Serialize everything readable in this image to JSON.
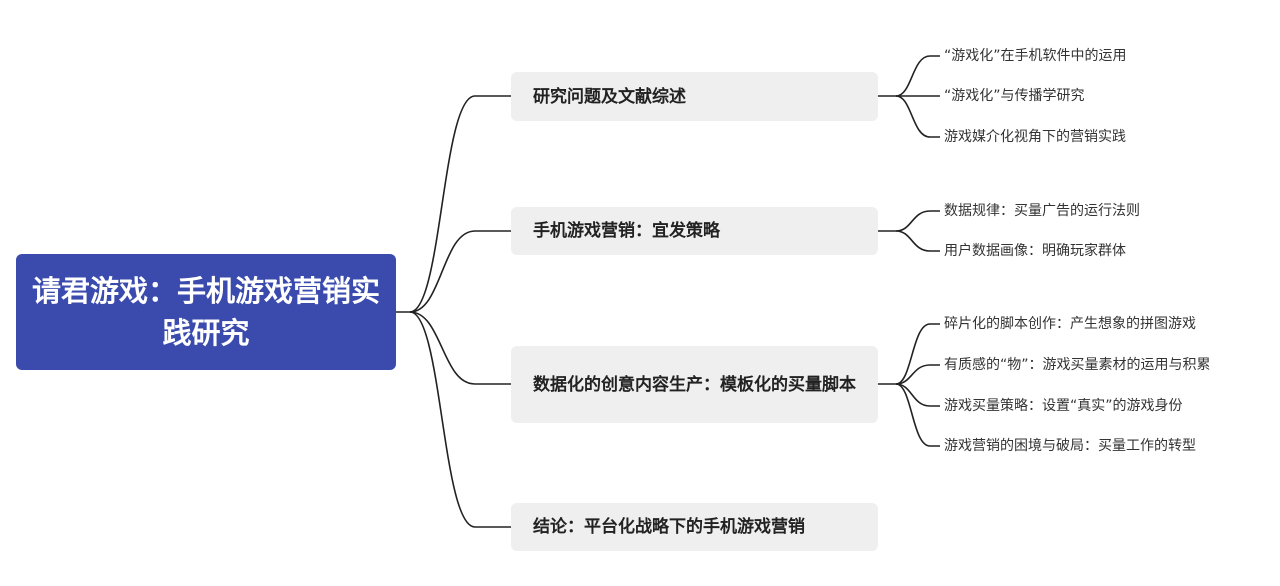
{
  "root": {
    "label": "请君游戏：手机游戏营销实践研究"
  },
  "branches": [
    {
      "label": "研究问题及文献综述",
      "children": [
        "“游戏化”在手机软件中的运用",
        "“游戏化”与传播学研究",
        "游戏媒介化视角下的营销实践"
      ]
    },
    {
      "label": "手机游戏营销：宜发策略",
      "children": [
        "数据规律：买量广告的运行法则",
        "用户数据画像：明确玩家群体"
      ]
    },
    {
      "label": "数据化的创意内容生产：模板化的买量脚本",
      "children": [
        "碎片化的脚本创作：产生想象的拼图游戏",
        "有质感的“物”：游戏买量素材的运用与积累",
        "游戏买量策略：设置“真实”的游戏身份",
        "游戏营销的困境与破局：买量工作的转型"
      ]
    },
    {
      "label": "结论：平台化战略下的手机游戏营销",
      "children": []
    }
  ],
  "colors": {
    "root_fill": "#3a4bad",
    "branch_fill": "#efefef",
    "line": "#222222"
  }
}
